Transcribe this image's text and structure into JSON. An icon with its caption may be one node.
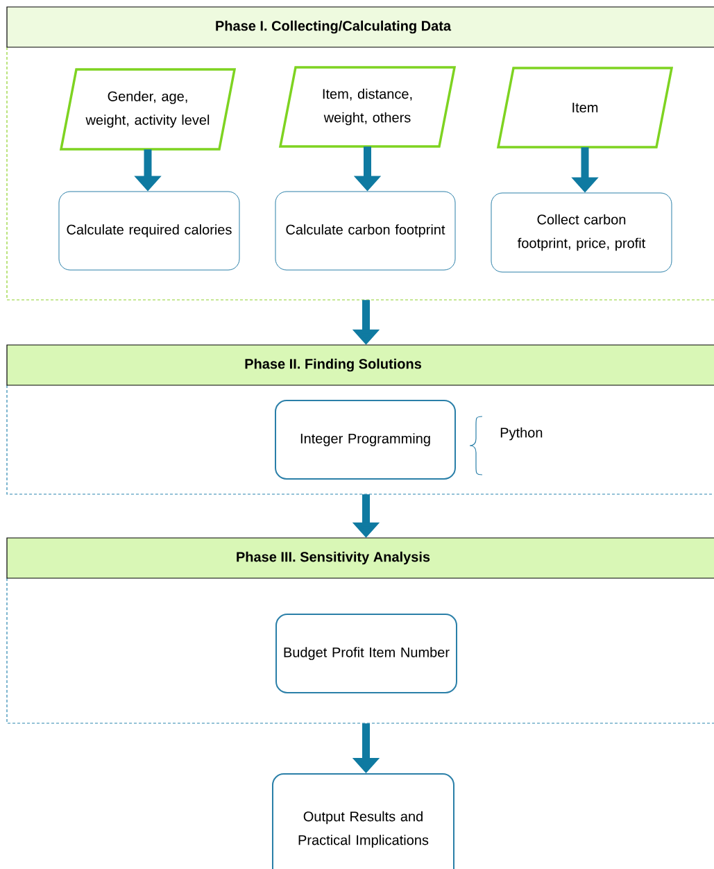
{
  "diagram": {
    "nodes": [
      {
        "text": [
          "Phase I. Collecting/Calculating Data"
        ]
      },
      {
        "text": [
          "Gender, age, weight, activity level"
        ],
        "in": 0
      },
      {
        "text": [
          "Item, distance, weight, others"
        ],
        "in": 0
      },
      {
        "text": [
          "Item"
        ],
        "in": 0
      },
      {
        "text": [
          "Calculate required calories"
        ],
        "in": 0
      },
      {
        "text": [
          "Calculate carbon footprint"
        ],
        "in": 0
      },
      {
        "text": [
          "Collect carbon footprint, price, profit"
        ],
        "in": 0
      },
      {
        "text": [
          "Phase II. Finding Solutions"
        ]
      },
      {
        "text": [
          "Integer Programming"
        ],
        "in": 7
      },
      {
        "text": [
          "Phase III. Sensitivity Analysis"
        ]
      },
      {
        "text": [
          "Budget Profit Item Number"
        ],
        "in": 9
      },
      {
        "text": [
          "Output Results and Practical Implications"
        ]
      }
    ],
    "edges": [
      {
        "from": 1,
        "to": 4,
        "arrow": "to"
      },
      {
        "from": 2,
        "to": 5,
        "arrow": "to"
      },
      {
        "from": 3,
        "to": 6,
        "arrow": "to"
      },
      {
        "from": 0,
        "to": 7,
        "arrow": "to"
      },
      {
        "from": 7,
        "to": 9,
        "arrow": "to"
      },
      {
        "from": 9,
        "to": 11,
        "arrow": "to"
      }
    ],
    "labels": [
      "Python"
    ]
  }
}
